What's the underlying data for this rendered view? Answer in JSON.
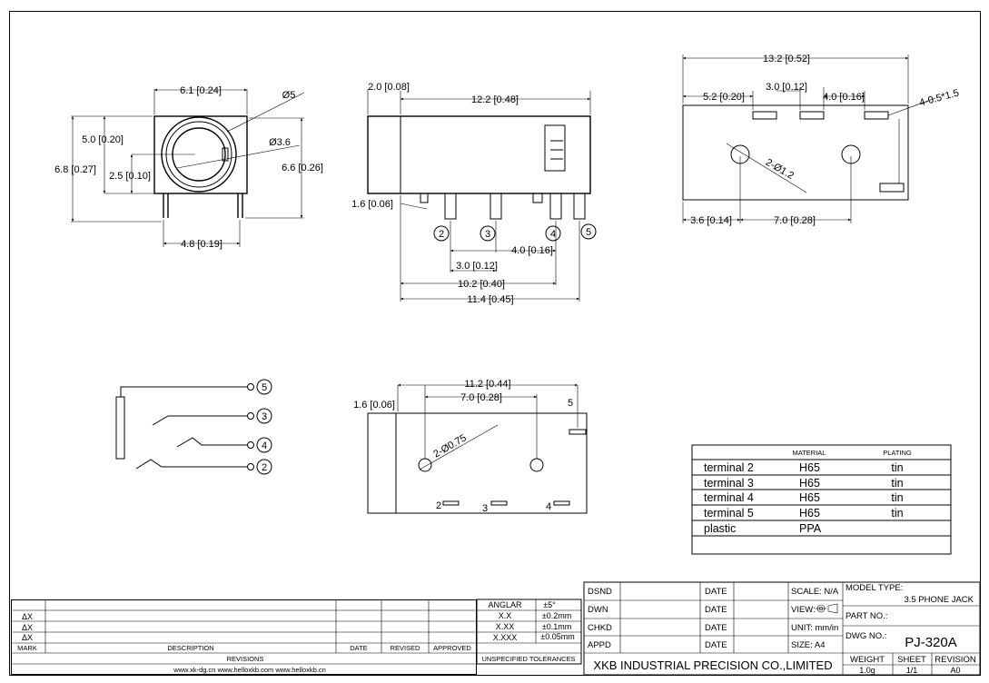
{
  "front_view": {
    "dims": [
      "6.1 [0.24]",
      "Ø5",
      "Ø3.6",
      "5.0 [0.20]",
      "2.5 [0.10]",
      "6.8 [0.27]",
      "6.6 [0.26]",
      "4.8 [0.19]"
    ]
  },
  "side_view": {
    "dims": [
      "2.0 [0.08]",
      "12.2 [0.48]",
      "1.6 [0.06]",
      "4.0 [0.16]",
      "3.0 [0.12]",
      "10.2 [0.40]",
      "11.4 [0.45]"
    ],
    "pins": [
      "2",
      "3",
      "4",
      "5"
    ]
  },
  "top_view": {
    "dims": [
      "13.2 [0.52]",
      "5.2 [0.20]",
      "3.0 [0.12]",
      "4.0 [0.16]",
      "4-0.5*1.5",
      "2-Ø1.2",
      "3.6 [0.14]",
      "7.0 [0.28]"
    ]
  },
  "schematic": {
    "pins": [
      "5",
      "3",
      "4",
      "2"
    ]
  },
  "pcb_view": {
    "dims": [
      "11.2 [0.44]",
      "7.0 [0.28]",
      "1.6 [0.06]",
      "2-Ø0.75"
    ],
    "labels": [
      "5",
      "2",
      "3",
      "4"
    ]
  },
  "material_table": {
    "headers": [
      "MATERIAL",
      "PLATING"
    ],
    "rows": [
      [
        "terminal 2",
        "H65",
        "tin"
      ],
      [
        "terminal 3",
        "H65",
        "tin"
      ],
      [
        "terminal 4",
        "H65",
        "tin"
      ],
      [
        "terminal 5",
        "H65",
        "tin"
      ],
      [
        "plastic",
        "PPA",
        ""
      ]
    ]
  },
  "revisions": {
    "marks": [
      "ΔX",
      "ΔX",
      "ΔX"
    ],
    "headers": [
      "MARK",
      "DESCRIPTION",
      "DATE",
      "REVISED",
      "APPROVED"
    ],
    "caption": "REVISIONS",
    "websites": "www.xk-dg.cn    www.helloxkb.com    www.helloxkb.cn"
  },
  "tolerances": {
    "rows": [
      [
        "ANGLAR",
        "±5°"
      ],
      [
        "X.X",
        "±0.2mm"
      ],
      [
        "X.XX",
        "±0.1mm"
      ],
      [
        "X.XXX",
        "±0.05mm"
      ]
    ],
    "caption": "UNSPECIFIED TOLERANCES"
  },
  "title_block": {
    "roles": [
      "DSND",
      "DWN",
      "CHKD",
      "APPD"
    ],
    "date_label": "DATE",
    "scale": "SCALE: N/A",
    "view": "VIEW:",
    "unit": "UNIT: mm/in",
    "size": "SIZE: A4",
    "model_type_label": "MODEL TYPE:",
    "model_type": "3.5 PHONE JACK",
    "part_no_label": "PART NO.:",
    "dwg_no_label": "DWG NO.:",
    "dwg_no": "PJ-320A",
    "company": "XKB INDUSTRIAL PRECISION CO.,LIMITED",
    "weight_label": "WEIGHT",
    "weight": "1.0g",
    "sheet_label": "SHEET",
    "sheet": "1/1",
    "revision_label": "REVISION",
    "revision": "A0"
  }
}
